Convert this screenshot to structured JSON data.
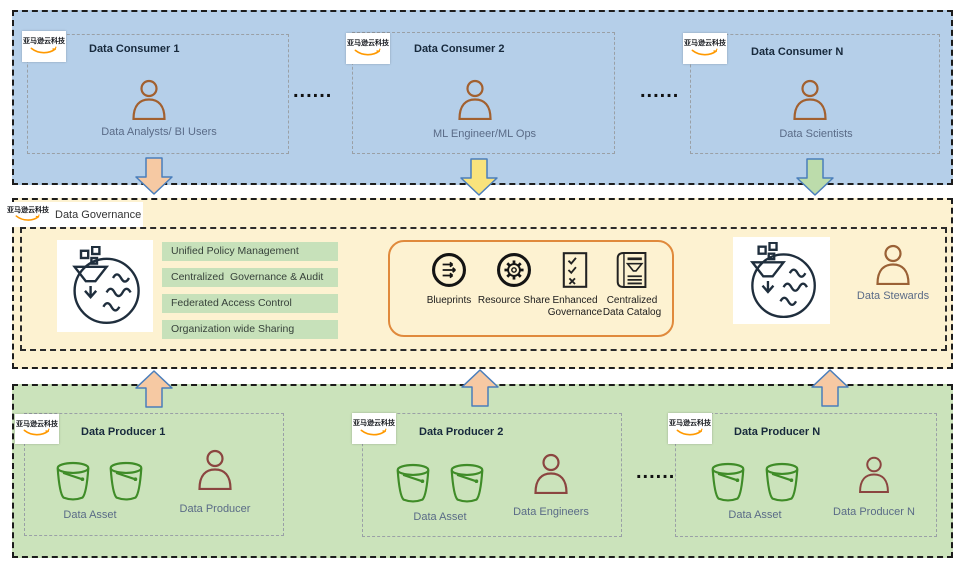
{
  "brand": "亚马逊云科技",
  "consumers": {
    "boxes": [
      {
        "title": "Data Consumer 1",
        "role": "Data Analysts/ BI Users"
      },
      {
        "title": "Data Consumer 2",
        "role": "ML Engineer/ML Ops"
      },
      {
        "title": "Data Consumer N",
        "role": "Data Scientists"
      }
    ],
    "ellipsis": "......"
  },
  "governance": {
    "label": "Data Governance",
    "policies": [
      "Unified Policy Management",
      "Centralized  Governance & Audit",
      "Federated Access Control",
      "Organization wide Sharing"
    ],
    "services": [
      {
        "label": "Blueprints",
        "icon": "blueprints-icon"
      },
      {
        "label": "Resource Share",
        "icon": "gear-icon"
      },
      {
        "label": "Enhanced Governance",
        "icon": "checklist-icon"
      },
      {
        "label": "Centralized Data Catalog",
        "icon": "data-catalog-icon"
      }
    ],
    "steward": "Data Stewards"
  },
  "producers": {
    "boxes": [
      {
        "title": "Data Producer 1",
        "asset": "Data Asset",
        "role": "Data Producer"
      },
      {
        "title": "Data Producer 2",
        "asset": "Data Asset",
        "role": "Data Engineers"
      },
      {
        "title": "Data Producer N",
        "asset": "Data Asset",
        "role": "Data Producer N"
      }
    ],
    "ellipsis": "......"
  },
  "colors": {
    "consumer_band": "#b5cfe9",
    "governance_band": "#fdf2d1",
    "producer_band": "#cbe3bb",
    "arrow_peach": "#f6c9a3",
    "arrow_yellow": "#f9e37c",
    "arrow_green": "#bcdcab",
    "arrow_stroke": "#4a7ebb",
    "orange_border": "#e08a3c",
    "policy_green": "#c7e1ba",
    "brand_orange": "#ff9900",
    "bucket_green": "#3f8c28",
    "person_brown": "#a2602f",
    "person_maroon": "#8b4540",
    "icon_navy": "#1f2e3d"
  }
}
